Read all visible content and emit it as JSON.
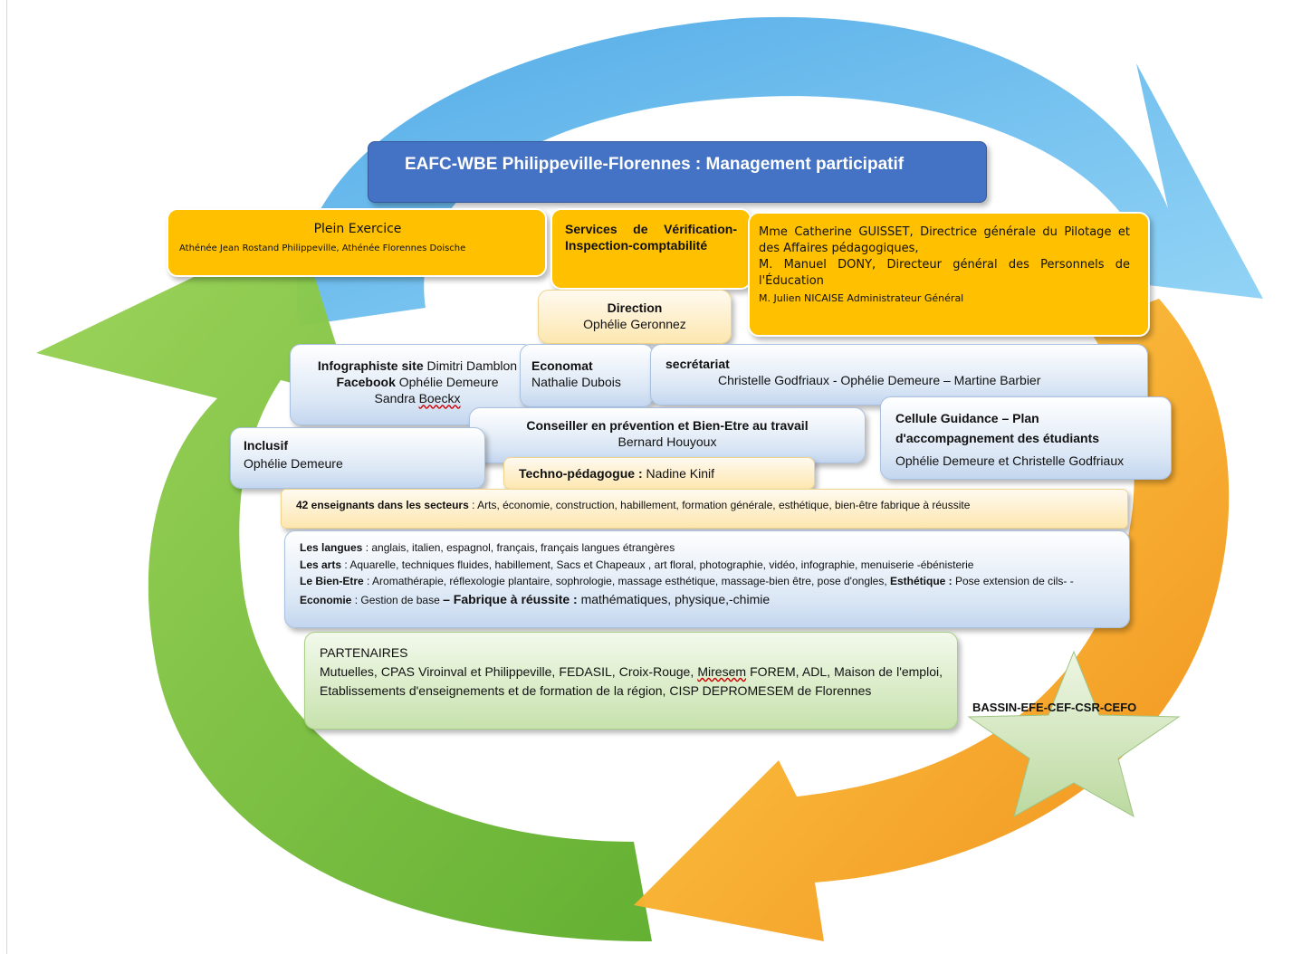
{
  "title": "EAFC-WBE Philippeville-Florennes : Management participatif",
  "plein_exercice": {
    "heading": "Plein Exercice",
    "text": "Athénée Jean Rostand Philippeville, Athénée Florennes Doische"
  },
  "services": {
    "text": "Services de Vérification-Inspection-comptabilité"
  },
  "directors": {
    "line1": "Mme Catherine GUISSET, Directrice générale du Pilotage et des Affaires pédagogiques,",
    "line2": "M. Manuel DONY, Directeur général des Personnels de l'Éducation",
    "line3": "M. Julien NICAISE Administrateur Général"
  },
  "direction": {
    "heading": "Direction",
    "name": "Ophélie Geronnez"
  },
  "infographiste": {
    "label1": "Infographiste site",
    "name1": "Dimitri Damblon",
    "label2": "Facebook",
    "name2": "Ophélie Demeure",
    "name3a": "Sandra ",
    "name3b": "Boeckx"
  },
  "economat": {
    "heading": "Economat",
    "name": "Nathalie Dubois"
  },
  "secretariat": {
    "heading": "secrétariat",
    "names": "Christelle Godfriaux - Ophélie Demeure – Martine Barbier"
  },
  "conseiller": {
    "heading": "Conseiller en prévention et Bien-Etre au travail",
    "name": "Bernard Houyoux"
  },
  "cellule": {
    "heading": "Cellule Guidance – Plan d'accompagnement des étudiants",
    "names": "Ophélie Demeure et Christelle Godfriaux"
  },
  "inclusif": {
    "heading": "Inclusif",
    "name": "Ophélie Demeure"
  },
  "techno": {
    "heading": "Techno-pédagogue :",
    "name": "Nadine Kinif"
  },
  "enseignants": {
    "heading": "42 enseignants dans les secteurs",
    "text": " : Arts, économie, construction, habillement, formation générale, esthétique, bien-être fabrique à réussite"
  },
  "sections": {
    "langues_label": "Les langues",
    "langues_text": " : anglais, italien, espagnol, français, français langues étrangères",
    "arts_label": "Les arts",
    "arts_text": " : Aquarelle, techniques fluides, habillement, Sacs et Chapeaux , art floral, photographie, vidéo, infographie, menuiserie -ébénisterie",
    "bienetre_label": "Le Bien-Etre",
    "bienetre_text": " : Aromathérapie, réflexologie plantaire, sophrologie, massage esthétique, massage-bien être, pose d'ongles, ",
    "esthetique_label": "Esthétique :",
    "esthetique_text": " Pose extension de cils- - ",
    "economie_label": "Economie",
    "economie_text": " : Gestion de base ",
    "fabrique_label": "– Fabrique à réussite :",
    "fabrique_text": " mathématiques, physique,-chimie"
  },
  "partenaires": {
    "heading": "PARTENAIRES",
    "text1": "Mutuelles, CPAS Viroinval et Philippeville, FEDASIL, Croix-Rouge, ",
    "misspelled": "Miresem",
    "text2": " FOREM, ADL, Maison de l'emploi, Etablissements d'enseignements et de formation de la région, CISP DEPROMESEM de Florennes"
  },
  "star": {
    "label": "BASSIN-EFE-CEF-CSR-CEFO"
  },
  "colors": {
    "title_blue": "#4472c4",
    "orange": "#ffc000",
    "arrow_blue": "#5bb8ec",
    "arrow_green": "#7fc744",
    "arrow_orange": "#f5a623",
    "star_green": "#d6e8c4"
  }
}
